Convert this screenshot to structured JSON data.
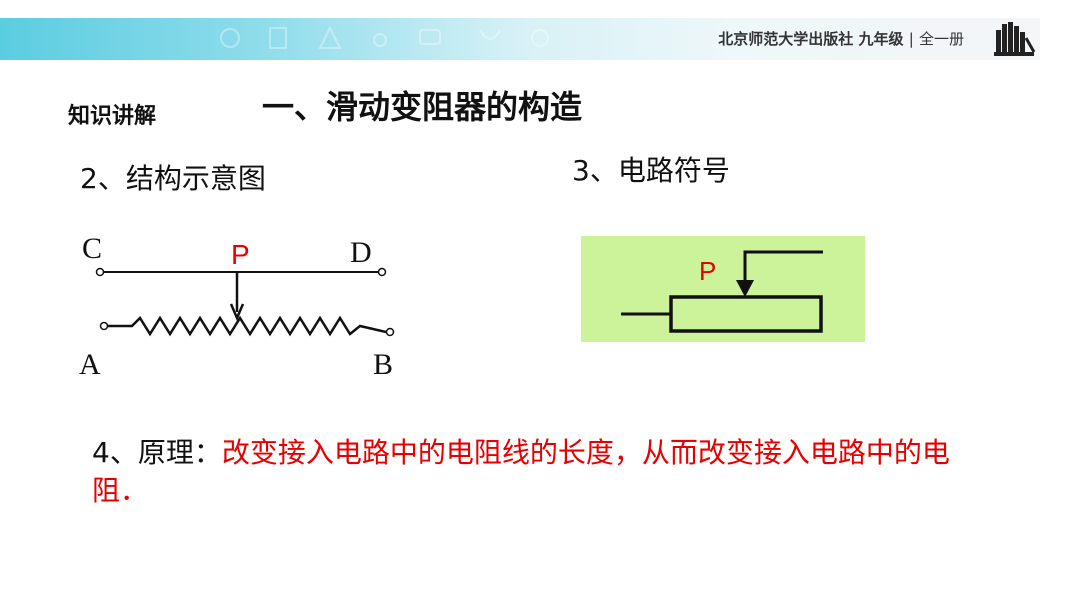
{
  "header": {
    "publisher": "北京师范大学出版社",
    "grade": "九年级",
    "separator": "|",
    "volume": "全一册",
    "banner_color": "#5bcde0"
  },
  "section_label": "知识讲解",
  "title": "一、滑动变阻器的构造",
  "structure_heading": "2、结构示意图",
  "symbol_heading": "3、电路符号",
  "structure_diagram": {
    "label_c": "C",
    "label_d": "D",
    "label_p": "P",
    "label_a": "A",
    "label_b": "B"
  },
  "symbol_diagram": {
    "label_p": "P",
    "background": "#ccf29a"
  },
  "principle": {
    "prefix": "4、原理：",
    "text": "改变接入电路中的电阻线的长度，从而改变接入电路中的电阻．",
    "highlight_color": "#e60000"
  }
}
